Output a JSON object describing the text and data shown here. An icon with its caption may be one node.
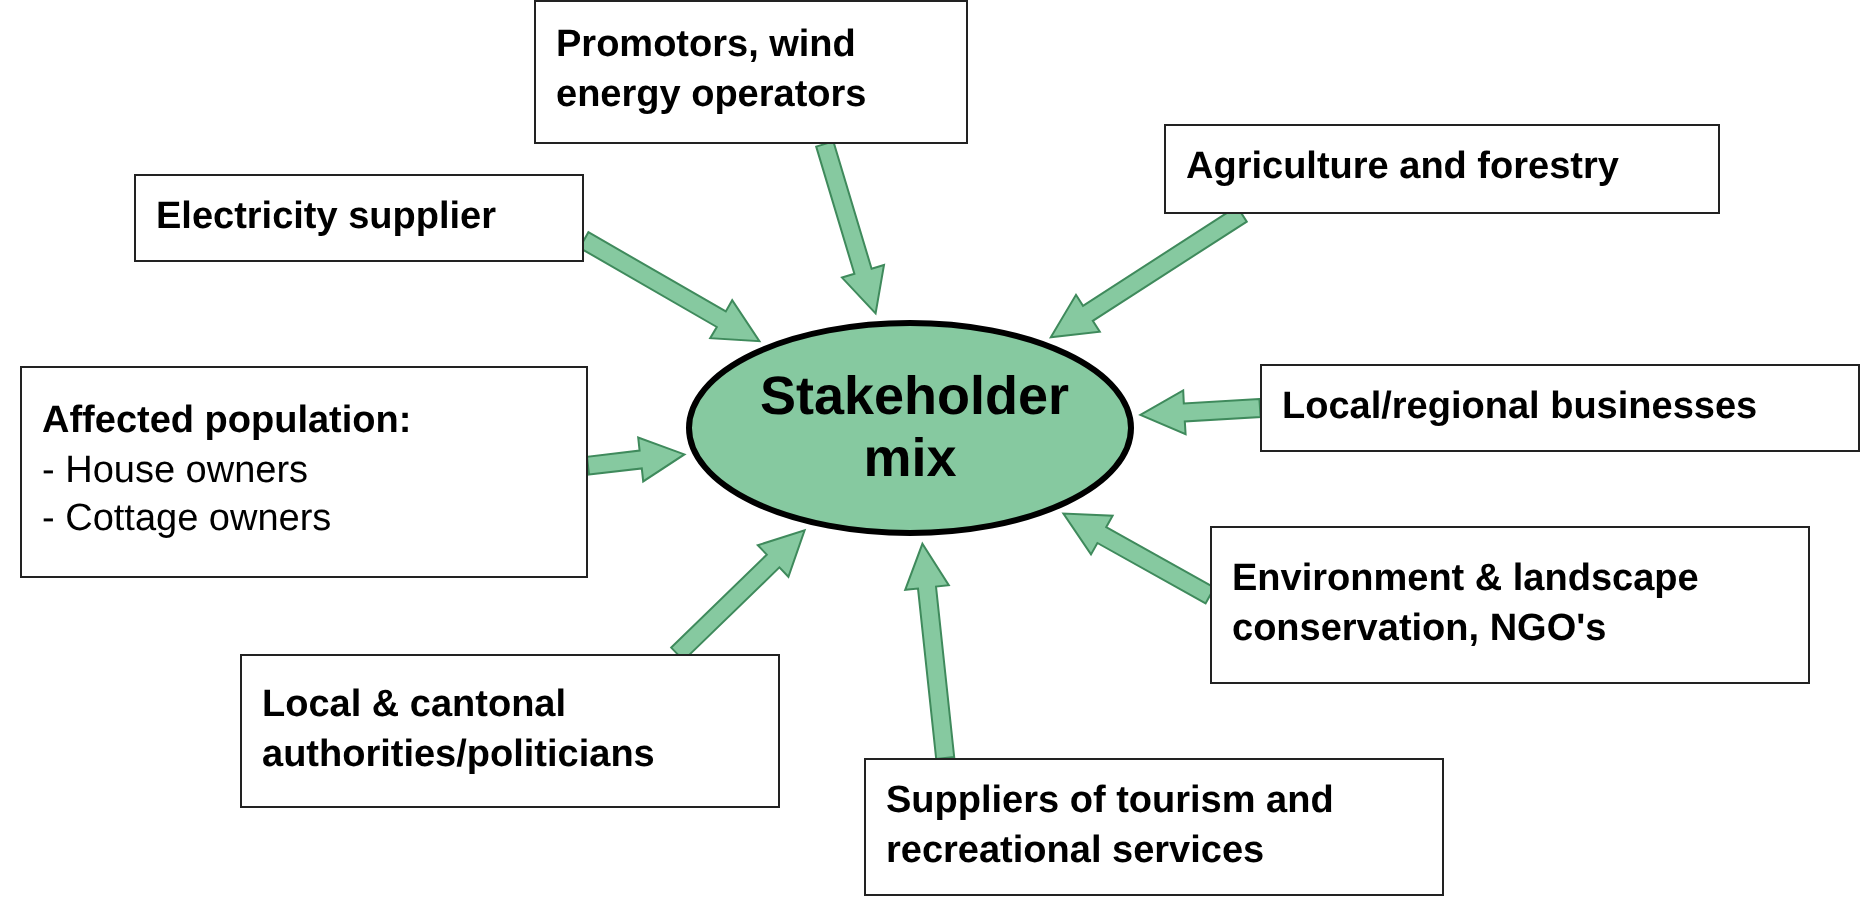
{
  "diagram": {
    "nodes": [
      {
        "text": [
          "Stakeholder mix"
        ]
      },
      {
        "text": [
          "Promotors, wind energy operators"
        ]
      },
      {
        "text": [
          "Electricity supplier"
        ]
      },
      {
        "text": [
          "Agriculture and forestry"
        ]
      },
      {
        "text": [
          "Affected population:",
          "- House owners",
          "- Cottage owners"
        ]
      },
      {
        "text": [
          "Local/regional businesses"
        ]
      },
      {
        "text": [
          "Environment & landscape conservation, NGO's"
        ]
      },
      {
        "text": [
          "Local & cantonal authorities/politicians"
        ]
      },
      {
        "text": [
          "Suppliers of tourism and recreational services"
        ]
      }
    ],
    "edges": [
      {
        "from": 1,
        "to": 0,
        "arrow": "to"
      },
      {
        "from": 2,
        "to": 0,
        "arrow": "to"
      },
      {
        "from": 3,
        "to": 0,
        "arrow": "to"
      },
      {
        "from": 4,
        "to": 0,
        "arrow": "to"
      },
      {
        "from": 5,
        "to": 0,
        "arrow": "to"
      },
      {
        "from": 6,
        "to": 0,
        "arrow": "to"
      },
      {
        "from": 7,
        "to": 0,
        "arrow": "to"
      },
      {
        "from": 8,
        "to": 0,
        "arrow": "to"
      }
    ]
  }
}
